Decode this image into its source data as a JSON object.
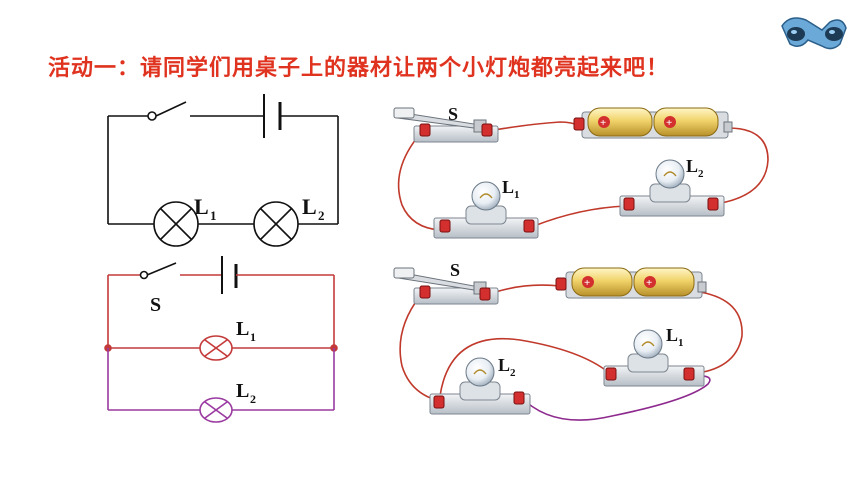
{
  "title": "活动一：请同学们用桌子上的器材让两个小灯炮都亮起来吧！",
  "labels": {
    "switch": "S",
    "lamp1": "L",
    "lamp1_sub": "1",
    "lamp2": "L",
    "lamp2_sub": "2"
  },
  "battery_marks": {
    "plus": "+"
  },
  "icons": {
    "corner": "binoculars-icon"
  },
  "colors": {
    "title": "#e0331f",
    "wire_red": "#c0392b",
    "wire_purple": "#8e2a8e",
    "diagram_red": "#c43a3a",
    "diagram_purple": "#9a3aa0"
  }
}
